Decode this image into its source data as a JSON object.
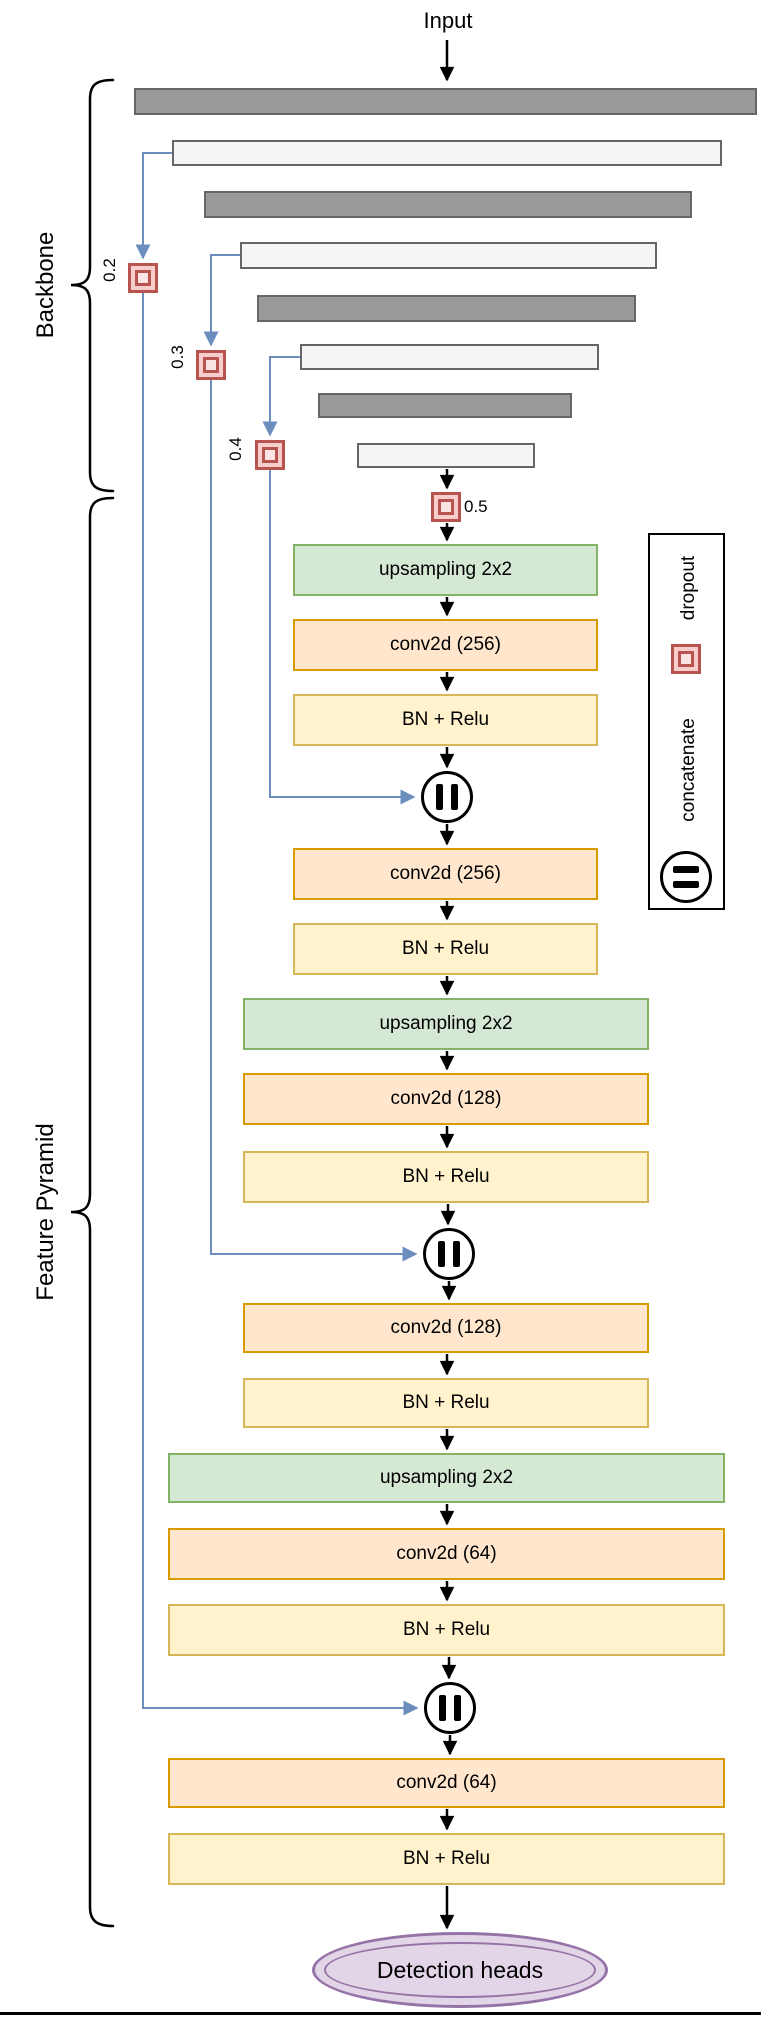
{
  "diagram": {
    "input_label": "Input",
    "output_label": "Detection heads",
    "sections": {
      "backbone": "Backbone",
      "feature_pyramid": "Feature Pyramid"
    },
    "backbone_bar_count": 8,
    "dropouts": {
      "d02": "0.2",
      "d03": "0.3",
      "d04": "0.4",
      "d05": "0.5"
    },
    "layers": [
      {
        "label": "upsampling 2x2",
        "kind": "upsampling"
      },
      {
        "label": "conv2d (256)",
        "kind": "conv"
      },
      {
        "label": "BN + Relu",
        "kind": "bn"
      },
      {
        "label": "conv2d (256)",
        "kind": "conv"
      },
      {
        "label": "BN + Relu",
        "kind": "bn"
      },
      {
        "label": "upsampling 2x2",
        "kind": "upsampling"
      },
      {
        "label": "conv2d (128)",
        "kind": "conv"
      },
      {
        "label": "BN + Relu",
        "kind": "bn"
      },
      {
        "label": "conv2d (128)",
        "kind": "conv"
      },
      {
        "label": "BN + Relu",
        "kind": "bn"
      },
      {
        "label": "upsampling 2x2",
        "kind": "upsampling"
      },
      {
        "label": "conv2d (64)",
        "kind": "conv"
      },
      {
        "label": "BN + Relu",
        "kind": "bn"
      },
      {
        "label": "conv2d (64)",
        "kind": "conv"
      },
      {
        "label": "BN + Relu",
        "kind": "bn"
      }
    ],
    "legend": {
      "dropout": "dropout",
      "concatenate": "concatenate"
    },
    "colors": {
      "upsampling_fill": "#d5e8d4",
      "upsampling_stroke": "#82b366",
      "conv_fill": "#ffe6cc",
      "conv_stroke": "#d79b00",
      "bn_fill": "#fff2cc",
      "bn_stroke": "#d6b656",
      "dropout_fill": "#f8cecc",
      "dropout_stroke": "#b85450",
      "skip_line": "#6c8ebf",
      "dark_bar_fill": "#999999",
      "bar_stroke": "#666666",
      "light_bar_fill": "#f5f5f5",
      "output_fill": "#e1d5e7",
      "output_stroke": "#9673a6"
    }
  }
}
